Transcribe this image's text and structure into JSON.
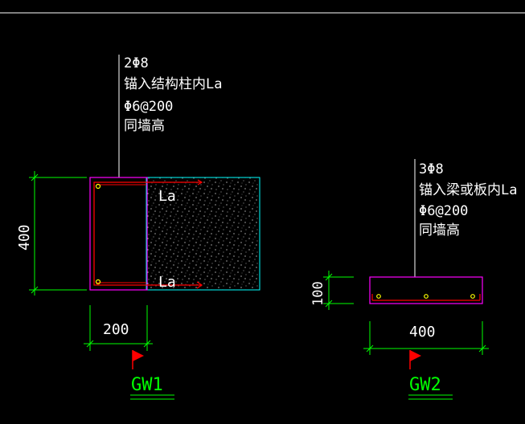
{
  "colors": {
    "background": "#000000",
    "text": "#ffffff",
    "dimension": "#00ff00",
    "wall_outline": "#ff00ff",
    "column_outline": "#00ffff",
    "rebar": "#ff0000",
    "rebar_dot": "#ffff00",
    "flag": "#ff0000",
    "label": "#00ff00"
  },
  "gw1": {
    "annotation": [
      "2Φ8",
      "锚入结构柱内La",
      "Φ6@200",
      "同墙高"
    ],
    "la_top": "La",
    "la_bottom": "La",
    "dim_height": "400",
    "dim_width": "200",
    "label": "GW1"
  },
  "gw2": {
    "annotation": [
      "3Φ8",
      "锚入梁或板内La",
      "Φ6@200",
      "同墙高"
    ],
    "dim_height": "100",
    "dim_width": "400",
    "label": "GW2"
  }
}
